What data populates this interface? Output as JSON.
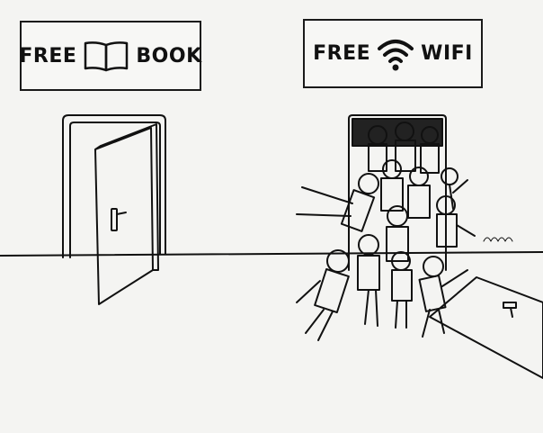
{
  "signs": {
    "left": {
      "word1": "FREE",
      "word2": "BOOK",
      "icon": "open-book-icon"
    },
    "right": {
      "word1": "FREE",
      "word2": "WIFI",
      "icon": "wifi-icon"
    }
  },
  "colors": {
    "ink": "#111111",
    "paper": "#f4f4f2"
  }
}
